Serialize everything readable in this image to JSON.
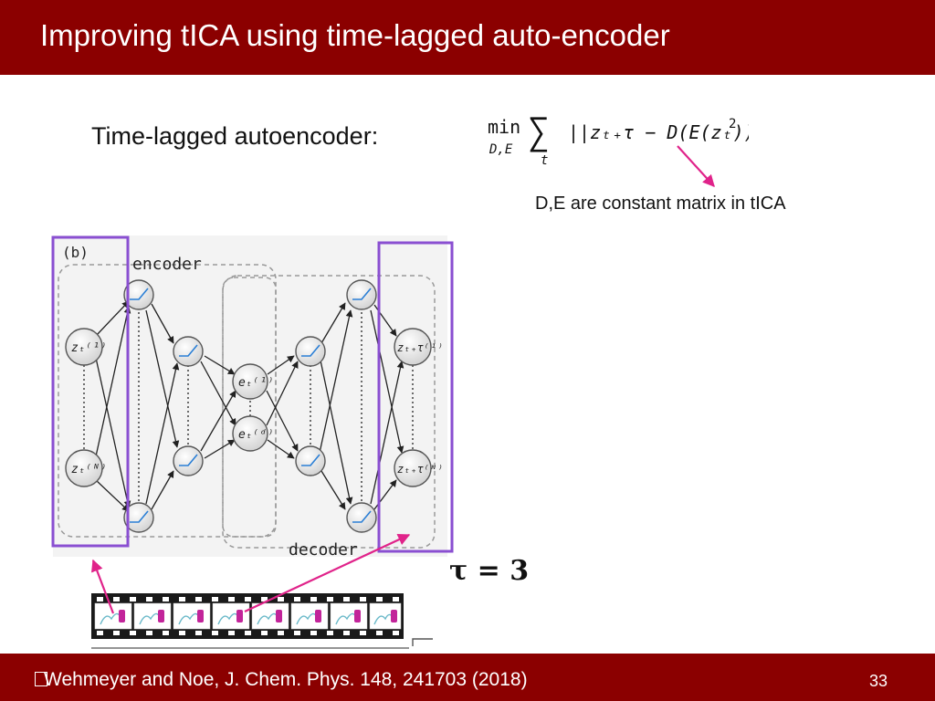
{
  "slide": {
    "title": "Improving tICA using time-lagged auto-encoder",
    "section_label": "Time-lagged autoencoder:",
    "formula": {
      "min": "min",
      "under_min": "D,E",
      "sum": "∑",
      "under_sum": "t",
      "body": "||zₜ₊τ − D(E(zₜ))||",
      "power": "2"
    },
    "note": "D,E are constant matrix in tICA",
    "tau_label": "τ = 3"
  },
  "figure": {
    "panel_label": "(b)",
    "encoder_label": "encoder",
    "decoder_label": "decoder",
    "input_top_label": "zₜ⁽¹⁾",
    "input_bottom_label": "zₜ⁽ᴺ⁾",
    "latent_top_label": "eₜ⁽¹⁾",
    "latent_bottom_label": "eₜ⁽ᵈ⁾",
    "output_top_label": "zₜ₊τ⁽¹⁾",
    "output_bottom_label": "zₜ₊τ⁽ᴺ⁾"
  },
  "colors": {
    "header_bg": "#8b0000",
    "highlight_box": "#8a4fd1",
    "arrow": "#e0238a"
  },
  "footer": {
    "citation": "Wehmeyer and Noe, J. Chem. Phys. 148, 241703 (2018)",
    "page_number": "33"
  }
}
